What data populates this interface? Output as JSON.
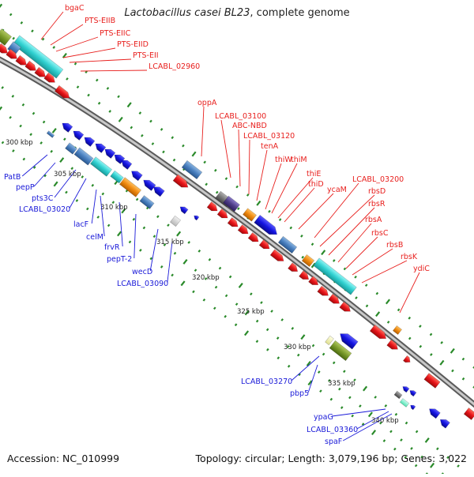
{
  "title": {
    "organism": "Lactobacillus casei BL23",
    "suffix": ", complete genome"
  },
  "footer": {
    "accession_label": "Accession:",
    "accession": "NC_010999",
    "topology_label": "Topology:",
    "topology": "circular",
    "length_label": "Length:",
    "length": "3,079,196 bp",
    "genes_label": "Genes:",
    "genes": "3,022"
  },
  "colors": {
    "forward_label": "#e8201e",
    "reverse_label": "#1a1ad8",
    "backbone": "#8c8c8c",
    "tick": "#2a8a2a",
    "kbp_text": "#222222"
  },
  "scale": {
    "ticks": [
      "300 kbp",
      "305 kbp",
      "310 kbp",
      "315 kbp",
      "320 kbp",
      "325 kbp",
      "330 kbp",
      "335 kbp",
      "340 kbp"
    ]
  },
  "forward_labels": [
    "bgaC",
    "PTS-EIIB",
    "PTS-EIIC",
    "PTS-EIID",
    "PTS-EII",
    "LCABL_02960",
    "oppA",
    "LCABL_03100",
    "ABC-NBD",
    "LCABL_03120",
    "tenA",
    "thiW",
    "thiM",
    "thiE",
    "thiD",
    "ycaM",
    "LCABL_03200",
    "rbsD",
    "rbsR",
    "rbsA",
    "rbsC",
    "rbsB",
    "rbsK",
    "ydiC"
  ],
  "reverse_labels": [
    "PatB",
    "pepP",
    "pts3C",
    "LCABL_03020",
    "lacF",
    "celM",
    "frvR",
    "pepT-2",
    "wecD",
    "LCABL_03090",
    "LCABL_03270",
    "pbp5",
    "ypaG",
    "LCABL_03360",
    "spaF"
  ]
}
